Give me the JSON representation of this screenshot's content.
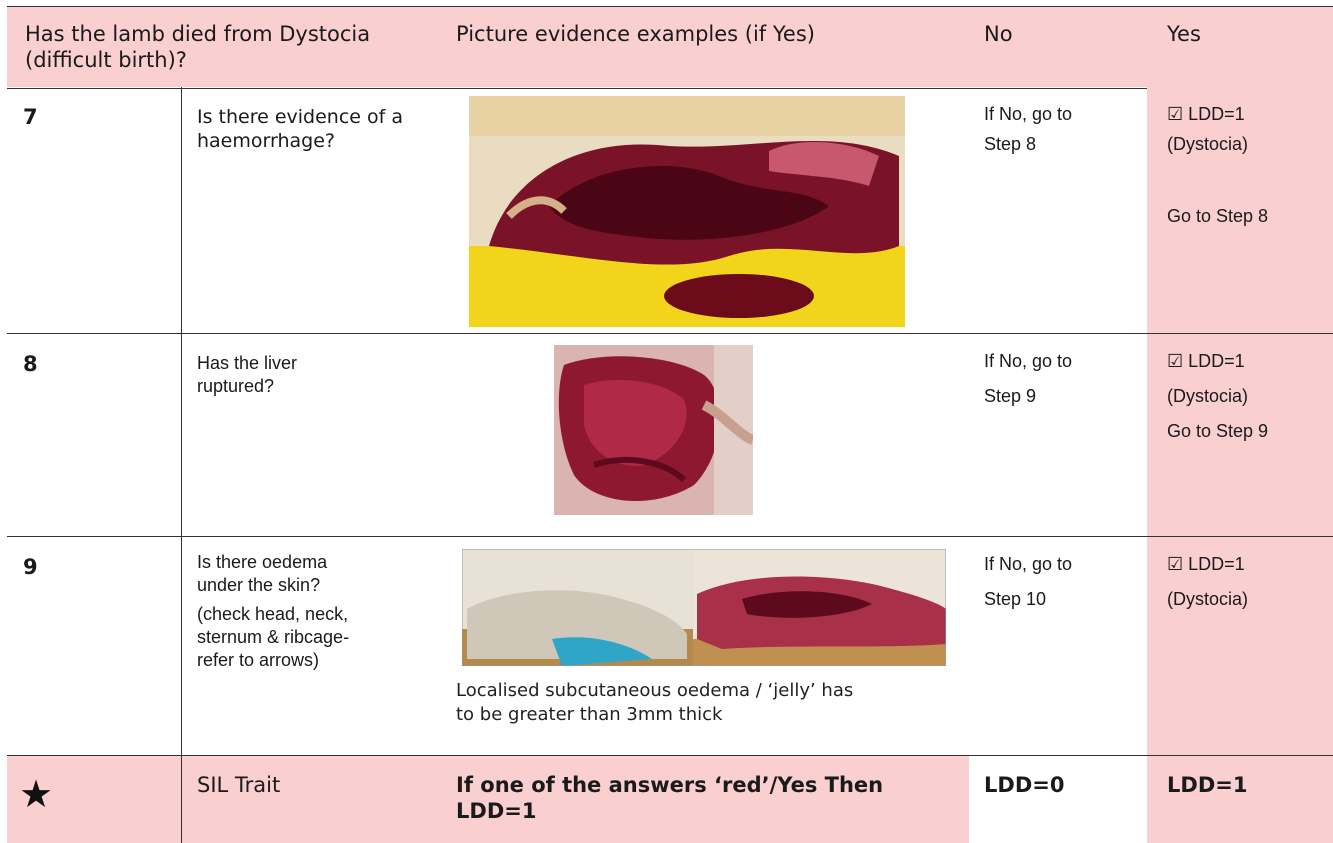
{
  "header": {
    "question": "Has the lamb died from Dystocia (difficult birth)?",
    "picture_evidence": "Picture evidence examples (if Yes)",
    "no": "No",
    "yes": "Yes"
  },
  "rows": [
    {
      "step": "7",
      "question": "Is there evidence of a haemorrhage?",
      "photo": "haemorrhage-photo",
      "no_line1": "If No, go to",
      "no_line2": "Step 8",
      "yes_line1": "☑ LDD=1",
      "yes_line2": "(Dystocia)",
      "yes_line3": "Go to Step 8"
    },
    {
      "step": "8",
      "question": "Has the liver ruptured?",
      "photo": "ruptured-liver-photo",
      "no_line1": "If No, go to",
      "no_line2": "Step 9",
      "yes_line1": "☑ LDD=1",
      "yes_line2": "(Dystocia)",
      "yes_line3": "Go to Step 9"
    },
    {
      "step": "9",
      "question": "Is there oedema under the skin?",
      "note": "(check head, neck, sternum & ribcage- refer to arrows)",
      "photo": "subcutaneous-oedema-photo",
      "caption": "Localised subcutaneous oedema / ‘jelly’ has to be greater than 3mm thick",
      "no_line1": "If No, go to",
      "no_line2": "Step 10",
      "yes_line1": "☑ LDD=1",
      "yes_line2": "(Dystocia)"
    }
  ],
  "footer": {
    "icon": "star-icon",
    "label": "SIL Trait",
    "rule": "If one of the answers ‘red’/Yes Then LDD=1",
    "no_value": "LDD=0",
    "yes_value": "LDD=1"
  },
  "colors": {
    "pink": "#f9cfd0",
    "rule": "#333333"
  }
}
